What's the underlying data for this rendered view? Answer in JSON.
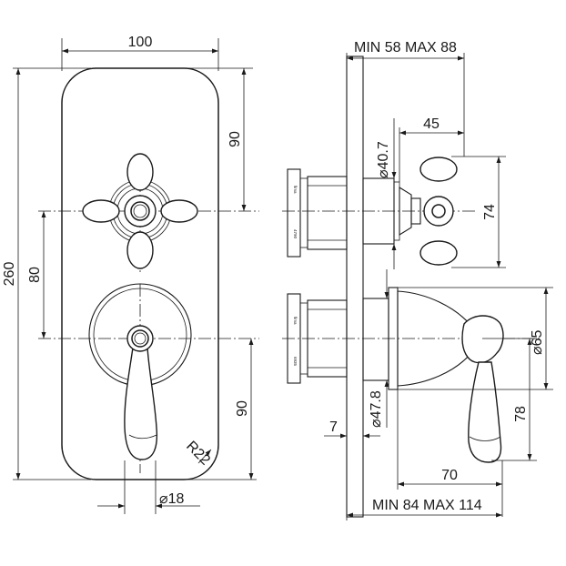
{
  "front_view": {
    "width": "100",
    "height": "260",
    "upper_offset": "90",
    "spacing": "80",
    "lower_offset": "90",
    "corner_radius": "R22",
    "lever_width": "⌀18"
  },
  "side_view": {
    "depth_range_top": "MIN 58 MAX 88",
    "handle_projection": "45",
    "collar_diameter": "⌀40.7",
    "handle_height": "74",
    "plate_thickness": "7",
    "body_diameter": "⌀47.8",
    "rosette_diameter": "⌀65",
    "lever_drop": "78",
    "lever_projection": "70",
    "depth_range_bottom": "MIN 84 MAX 114"
  },
  "valve_labels": {
    "top": "4790",
    "bottom": "6935",
    "brand": "fima"
  }
}
